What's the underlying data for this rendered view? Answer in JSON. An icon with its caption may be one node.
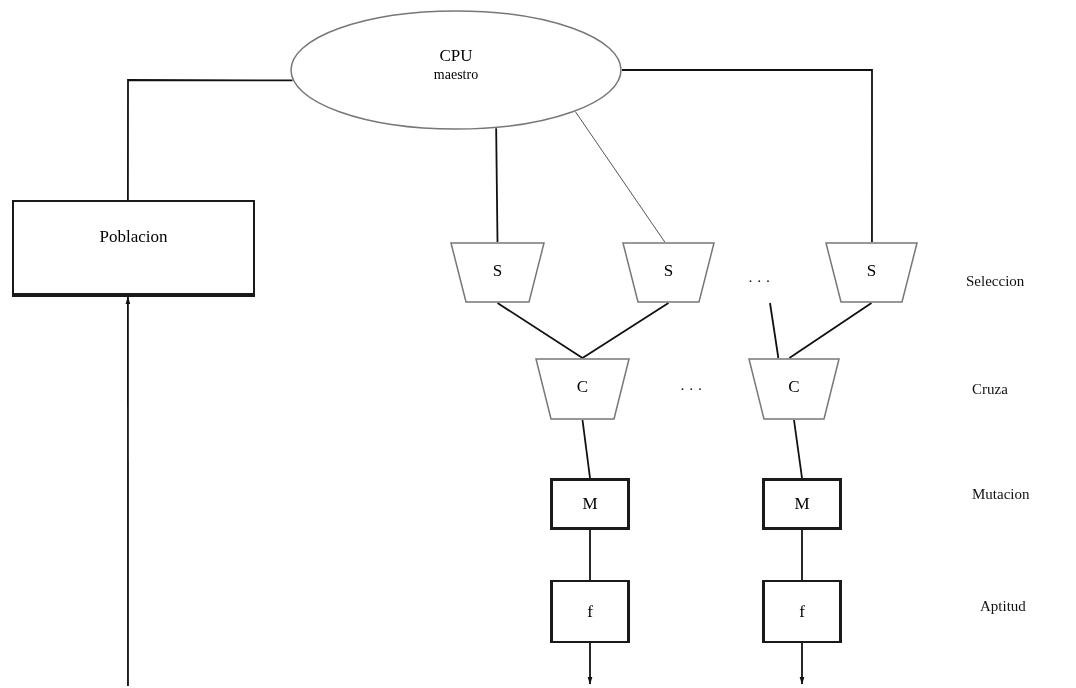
{
  "diagram": {
    "nodes": [
      {
        "text": [
          "CPU",
          "maestro"
        ]
      },
      {
        "text": [
          "Poblacion"
        ]
      },
      {
        "text": [
          "S"
        ]
      },
      {
        "text": [
          "S"
        ]
      },
      {
        "text": [
          "S"
        ]
      },
      {
        "text": [
          "C"
        ]
      },
      {
        "text": [
          "C"
        ]
      },
      {
        "text": [
          "M"
        ]
      },
      {
        "text": [
          "M"
        ]
      },
      {
        "text": [
          "f"
        ]
      },
      {
        "text": [
          "f"
        ]
      }
    ],
    "edges": [
      {
        "from": 0,
        "to": 1,
        "arrow": "none"
      },
      {
        "from": 0,
        "to": 2,
        "arrow": "none"
      },
      {
        "from": 0,
        "to": 3,
        "arrow": "none"
      },
      {
        "from": 0,
        "to": 4,
        "arrow": "none"
      },
      {
        "from": 2,
        "to": 5,
        "arrow": "none"
      },
      {
        "from": 3,
        "to": 5,
        "arrow": "none"
      },
      {
        "from": null,
        "to": 6,
        "arrow": "none"
      },
      {
        "from": 4,
        "to": 6,
        "arrow": "none"
      },
      {
        "from": 5,
        "to": 7,
        "arrow": "none"
      },
      {
        "from": 6,
        "to": 8,
        "arrow": "none"
      },
      {
        "from": 7,
        "to": 9,
        "arrow": "none"
      },
      {
        "from": 8,
        "to": 10,
        "arrow": "none"
      },
      {
        "from": 9,
        "to": null,
        "arrow": "to"
      },
      {
        "from": 10,
        "to": null,
        "arrow": "to"
      },
      {
        "from": null,
        "to": 1,
        "arrow": "to"
      }
    ],
    "labels": [
      "· · ·",
      "Seleccion",
      "· · ·",
      "Cruza",
      "Mutacion",
      "Aptitud"
    ]
  }
}
